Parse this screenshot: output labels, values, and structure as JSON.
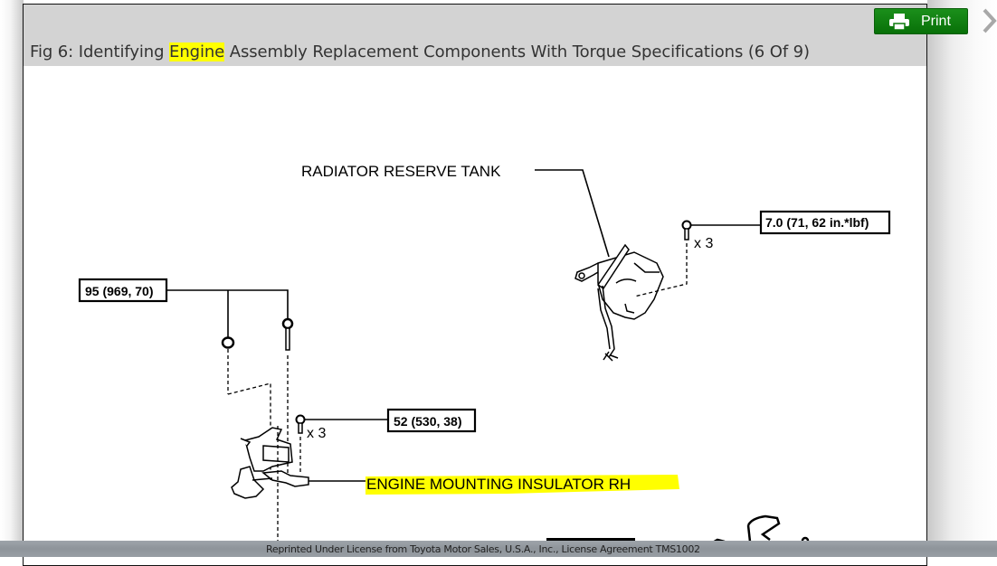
{
  "modal": {
    "title_prefix": "Fig 6: Identifying ",
    "title_highlight": "Engine",
    "title_suffix": " Assembly Replacement Components With Torque Specifications (6 Of 9)",
    "print_label": "Print",
    "print_icon": "printer-icon",
    "next_icon": "chevron-right-icon"
  },
  "diagram": {
    "labels": {
      "radiator_reserve_tank": "RADIATOR RESERVE TANK",
      "engine_mounting_insulator": "ENGINE MOUNTING INSULATOR RH"
    },
    "torque_specs": [
      {
        "id": "tank-bolt",
        "value": "7.0 (71, 62 in.*lbf)",
        "qty": "x 3"
      },
      {
        "id": "mount-top",
        "value": "95 (969, 70)",
        "qty": ""
      },
      {
        "id": "mount-bolt",
        "value": "52 (530, 38)",
        "qty": "x 3"
      }
    ],
    "highlight_color": "#ffff00"
  },
  "footer": {
    "license_text": "Reprinted Under License from Toyota Motor Sales, U.S.A., Inc., License Agreement TMS1002"
  }
}
